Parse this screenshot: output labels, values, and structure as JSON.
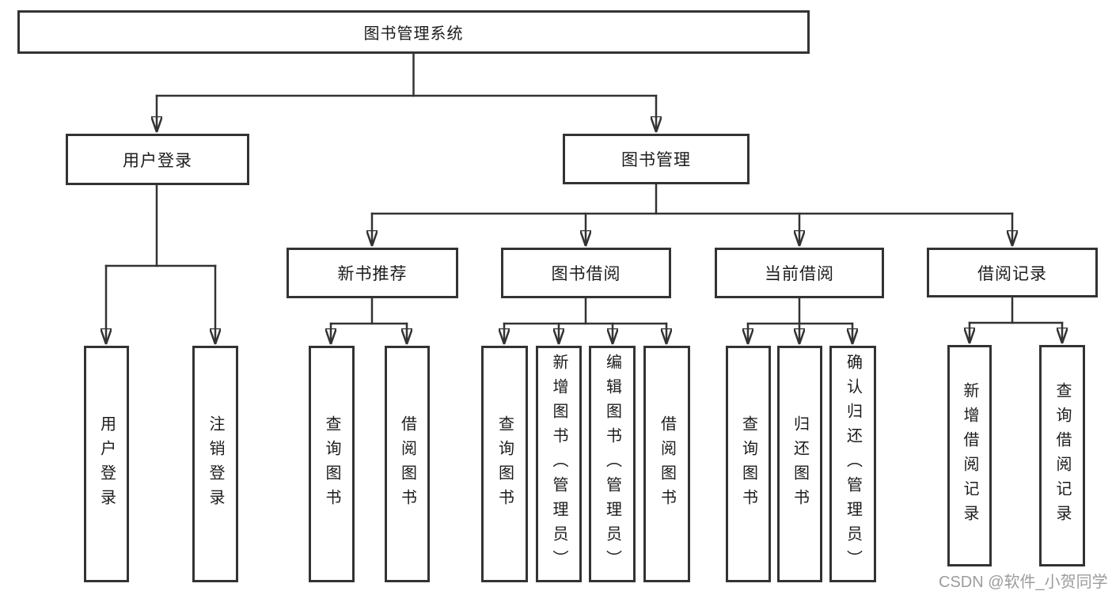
{
  "colors": {
    "line": "#333333",
    "text": "#1c1c1c",
    "background": "#ffffff",
    "watermark_text": "#9c9c9c"
  },
  "diagram": {
    "root": {
      "label": "图书管理系统"
    },
    "level2": [
      {
        "id": "user-login",
        "label": "用户登录"
      },
      {
        "id": "book-management",
        "label": "图书管理"
      }
    ],
    "level3": [
      {
        "id": "new-book-recommend",
        "parent": "图书管理",
        "label": "新书推荐"
      },
      {
        "id": "book-borrow",
        "parent": "图书管理",
        "label": "图书借阅"
      },
      {
        "id": "current-borrow",
        "parent": "图书管理",
        "label": "当前借阅"
      },
      {
        "id": "borrow-records",
        "parent": "图书管理",
        "label": "借阅记录"
      }
    ],
    "leaves": [
      {
        "parent": "用户登录",
        "label": "用户登录"
      },
      {
        "parent": "用户登录",
        "label": "注销登录"
      },
      {
        "parent": "新书推荐",
        "label": "查询图书"
      },
      {
        "parent": "新书推荐",
        "label": "借阅图书"
      },
      {
        "parent": "图书借阅",
        "label": "查询图书"
      },
      {
        "parent": "图书借阅",
        "label": "新增图书（管理员）"
      },
      {
        "parent": "图书借阅",
        "label": "编辑图书（管理员）"
      },
      {
        "parent": "图书借阅",
        "label": "借阅图书"
      },
      {
        "parent": "当前借阅",
        "label": "查询图书"
      },
      {
        "parent": "当前借阅",
        "label": "归还图书"
      },
      {
        "parent": "当前借阅",
        "label": "确认归还（管理员）"
      },
      {
        "parent": "借阅记录",
        "label": "新增借阅记录"
      },
      {
        "parent": "借阅记录",
        "label": "查询借阅记录"
      }
    ],
    "watermark": {
      "text": "CSDN @软件_小贺同学"
    }
  }
}
